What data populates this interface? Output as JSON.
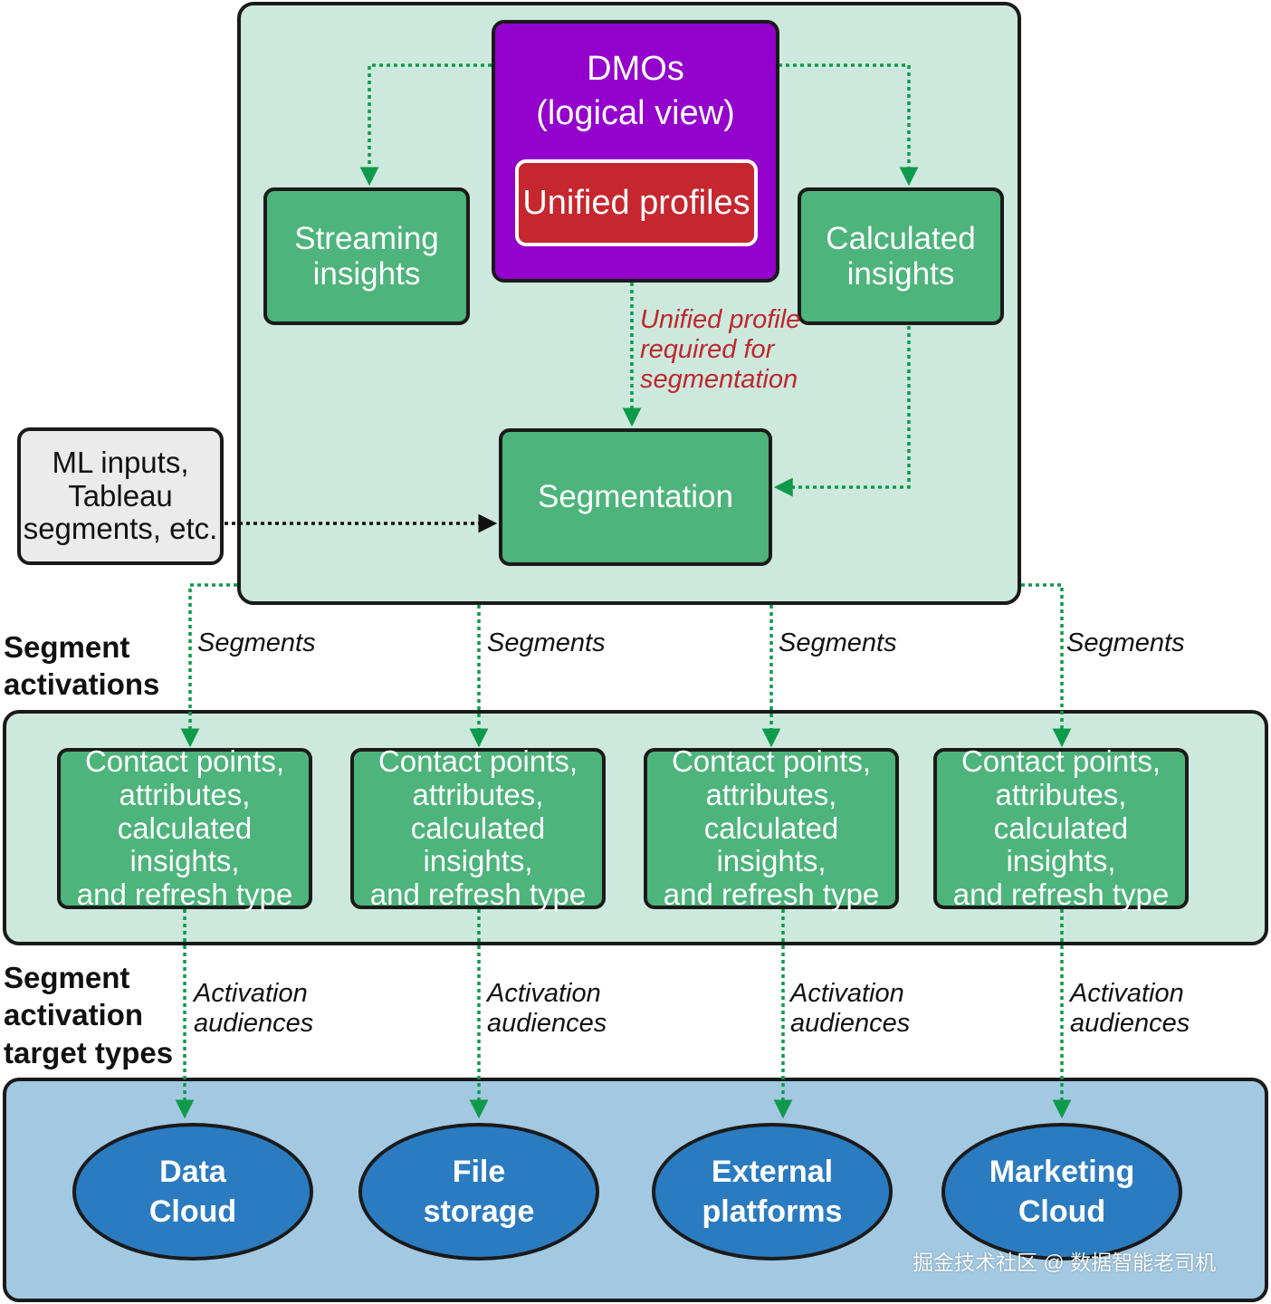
{
  "top": {
    "dmo_title": "DMOs\n(logical view)",
    "unified_profiles": "Unified profiles",
    "streaming": "Streaming\ninsights",
    "calculated": "Calculated\ninsights",
    "note": "Unified profile\nrequired for\nsegmentation",
    "segmentation": "Segmentation"
  },
  "ml_inputs": "ML inputs,\nTableau\nsegments, etc.",
  "side_labels": {
    "activations": "Segment\nactivations",
    "targets": "Segment\nactivation\ntarget types"
  },
  "segments_labels": [
    "Segments",
    "Segments",
    "Segments",
    "Segments"
  ],
  "activation_boxes": [
    "Contact points,\nattributes,\ncalculated insights,\nand refresh type",
    "Contact points,\nattributes,\ncalculated insights,\nand refresh type",
    "Contact points,\nattributes,\ncalculated insights,\nand refresh type",
    "Contact points,\nattributes,\ncalculated insights,\nand refresh type"
  ],
  "audience_labels": [
    "Activation\naudiences",
    "Activation\naudiences",
    "Activation\naudiences",
    "Activation\naudiences"
  ],
  "targets": [
    "Data\nCloud",
    "File\nstorage",
    "External\nplatforms",
    "Marketing\nCloud"
  ],
  "watermark": "掘金技术社区 @ 数据智能老司机",
  "colors": {
    "panel_green": "#cde9dd",
    "box_green": "#4db47b",
    "dmo_purple": "#9400cc",
    "unified_red": "#c6262e",
    "note_red": "#c0262d",
    "target_panel": "#a2c8e2",
    "ellipse_blue": "#2b7bc0",
    "arrow_green": "#0e9a4a"
  }
}
